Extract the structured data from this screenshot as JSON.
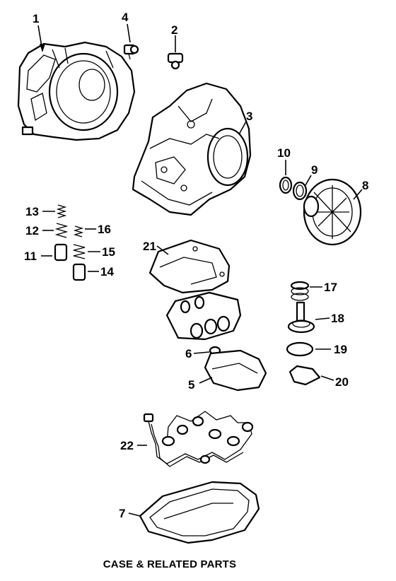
{
  "caption": "CASE & RELATED PARTS",
  "callouts": [
    {
      "id": "1",
      "label": "1"
    },
    {
      "id": "2",
      "label": "2"
    },
    {
      "id": "3",
      "label": "3"
    },
    {
      "id": "4",
      "label": "4"
    },
    {
      "id": "5",
      "label": "5"
    },
    {
      "id": "6",
      "label": "6"
    },
    {
      "id": "7",
      "label": "7"
    },
    {
      "id": "8",
      "label": "8"
    },
    {
      "id": "9",
      "label": "9"
    },
    {
      "id": "10",
      "label": "10"
    },
    {
      "id": "11",
      "label": "11"
    },
    {
      "id": "12",
      "label": "12"
    },
    {
      "id": "13",
      "label": "13"
    },
    {
      "id": "14",
      "label": "14"
    },
    {
      "id": "15",
      "label": "15"
    },
    {
      "id": "16",
      "label": "16"
    },
    {
      "id": "17",
      "label": "17"
    },
    {
      "id": "18",
      "label": "18"
    },
    {
      "id": "19",
      "label": "19"
    },
    {
      "id": "20",
      "label": "20"
    },
    {
      "id": "21",
      "label": "21"
    },
    {
      "id": "22",
      "label": "22"
    }
  ]
}
